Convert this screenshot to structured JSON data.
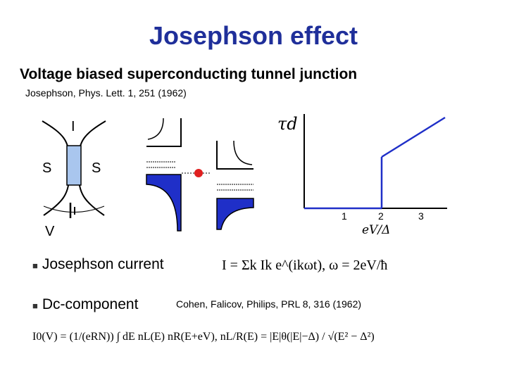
{
  "slide": {
    "title": "Josephson effect",
    "subtitle": "Voltage biased superconducting tunnel junction",
    "reference_1": "Josephson, Phys. Lett. 1, 251 (1962)",
    "reference_2": "Cohen, Falicov, Philips, PRL 8, 316 (1962)"
  },
  "junction": {
    "label_I": "I",
    "label_left_S": "S",
    "label_right_S": "S",
    "label_V": "V"
  },
  "graph": {
    "y_label": "τd",
    "x_label": "eV/Δ",
    "x_ticks": [
      "1",
      "2",
      "3"
    ]
  },
  "bullets": [
    {
      "text": "Josephson current"
    },
    {
      "text": "Dc-component"
    }
  ],
  "equations": {
    "current": "I = Σk Ik e^(ikωt),   ω = 2eV/ħ",
    "dc": "I0(V) = (1/(eRN)) ∫ dE nL(E) nR(E+eV),   nL/R(E) = |E|θ(|E|−Δ) / √(E² − Δ²)"
  },
  "colors": {
    "title": "#1f2f9a",
    "accent_blue": "#1f2fc8",
    "junction_fill": "#a9c6ee",
    "dot_red": "#e02020"
  }
}
